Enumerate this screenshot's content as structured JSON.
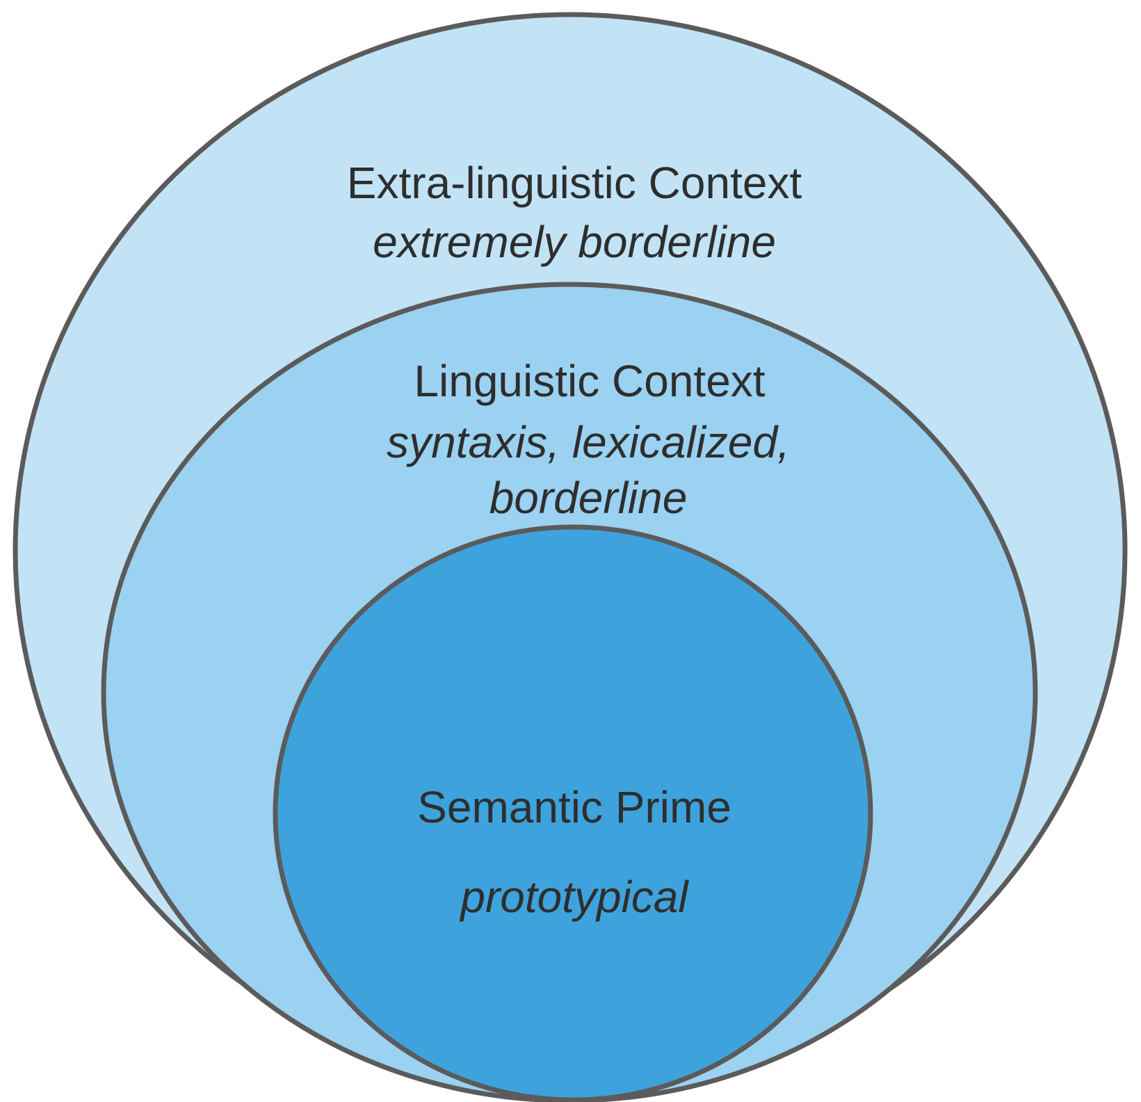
{
  "diagram": {
    "colors": {
      "outer_fill": "#c2e3f6",
      "middle_fill": "#9bd1f1",
      "inner_fill": "#3ea3dd",
      "stroke": "#5b5b5b",
      "text": "#2e2e2e"
    },
    "outer": {
      "title": "Extra-linguistic Context",
      "subtitle": "extremely borderline"
    },
    "middle": {
      "title": "Linguistic Context",
      "subtitle_line1": "syntaxis, lexicalized,",
      "subtitle_line2": "borderline"
    },
    "inner": {
      "title": "Semantic Prime",
      "subtitle": "prototypical"
    }
  }
}
